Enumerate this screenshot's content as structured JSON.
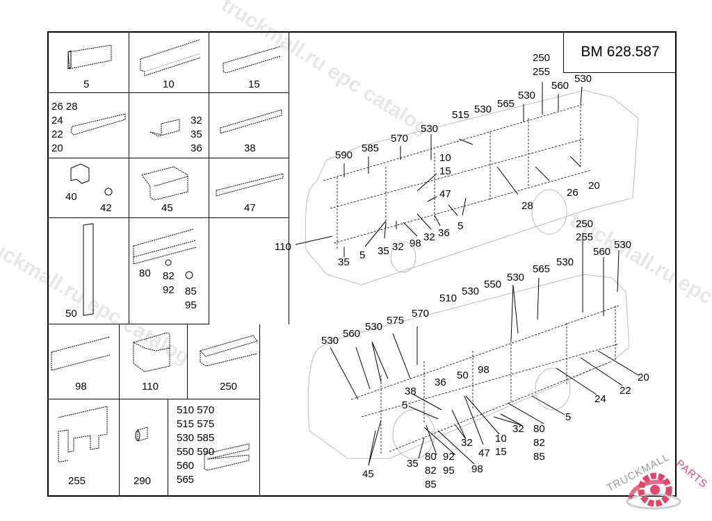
{
  "title": "BM 628.587",
  "parts_grid": [
    {
      "id": "cell-5",
      "labels": [
        "5"
      ]
    },
    {
      "id": "cell-10",
      "labels": [
        "10"
      ]
    },
    {
      "id": "cell-15",
      "labels": [
        "15"
      ]
    },
    {
      "id": "cell-20-28",
      "labels": [
        "26  28",
        "24",
        "22",
        "20"
      ]
    },
    {
      "id": "cell-32-36",
      "labels": [
        "32",
        "35",
        "36"
      ]
    },
    {
      "id": "cell-38",
      "labels": [
        "38"
      ]
    },
    {
      "id": "cell-40-42",
      "labels": [
        "40",
        "42"
      ]
    },
    {
      "id": "cell-45",
      "labels": [
        "45"
      ]
    },
    {
      "id": "cell-47",
      "labels": [
        "47"
      ]
    },
    {
      "id": "cell-50",
      "labels": [
        "50"
      ]
    },
    {
      "id": "cell-80-95",
      "labels": [
        "80",
        "82",
        "92",
        "85",
        "95"
      ]
    },
    {
      "id": "cell-98",
      "labels": [
        "98"
      ]
    },
    {
      "id": "cell-110",
      "labels": [
        "110"
      ]
    },
    {
      "id": "cell-250",
      "labels": [
        "250"
      ]
    },
    {
      "id": "cell-255",
      "labels": [
        "255"
      ]
    },
    {
      "id": "cell-290",
      "labels": [
        "290"
      ]
    },
    {
      "id": "cell-510-590",
      "labels": [
        "510 570",
        "515 575",
        "530 585",
        "550 590",
        "560",
        "565"
      ]
    }
  ],
  "upper_view_callouts": [
    "250",
    "255",
    "530",
    "560",
    "530",
    "565",
    "530",
    "515",
    "530",
    "570",
    "585",
    "590",
    "10",
    "15",
    "47",
    "20",
    "26",
    "28",
    "5",
    "36",
    "32",
    "98",
    "32",
    "35",
    "5",
    "35",
    "110"
  ],
  "lower_view_callouts": [
    "250",
    "255",
    "560",
    "530",
    "530",
    "565",
    "530",
    "550",
    "530",
    "510",
    "570",
    "575",
    "530",
    "560",
    "530",
    "98",
    "50",
    "36",
    "38",
    "5",
    "20",
    "22",
    "24",
    "5",
    "80",
    "82",
    "85",
    "32",
    "32",
    "10",
    "15",
    "47",
    "98",
    "92",
    "95",
    "80",
    "82",
    "85",
    "35",
    "45"
  ],
  "watermarks": [
    "truckmall.ru epc catalog",
    "truckmall.ru epc catalog",
    "truckmall.ru epc catalog"
  ],
  "logo": {
    "text_1": "TRUCKMALL",
    "text_2": "PARTS",
    "color": "#e0456a"
  }
}
